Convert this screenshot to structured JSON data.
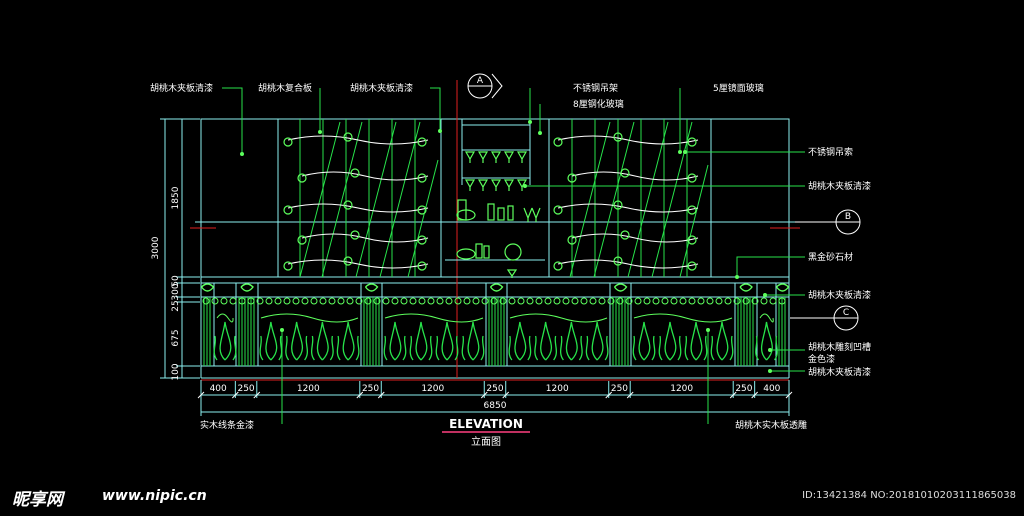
{
  "colors": {
    "background": "#000000",
    "outline": "#8cf0f0",
    "green": "#27e24a",
    "bright_green": "#5dff5d",
    "white": "#ffffff",
    "red": "#e02020",
    "title_underline": "#c03060"
  },
  "labels_top": [
    "胡桃木夹板清漆",
    "胡桃木复合板",
    "胡桃木夹板清漆",
    "不锈钢吊架",
    "8厘钢化玻璃",
    "5厘镜面玻璃"
  ],
  "labels_right": [
    "不锈钢吊索",
    "胡桃木夹板清漆",
    "黑金砂石材",
    "胡桃木夹板清漆",
    "胡桃木雕刻凹槽",
    "金色漆",
    "胡桃木夹板清漆"
  ],
  "labels_bottom": [
    "实木线条金漆",
    "胡桃木实木板透雕"
  ],
  "section_markers": [
    "A",
    "B",
    "C"
  ],
  "dims_horizontal": [
    "400",
    "250",
    "1200",
    "250",
    "1200",
    "250",
    "1200",
    "250",
    "1200",
    "250",
    "400"
  ],
  "dim_total": "6850",
  "dims_vertical_left": [
    "3000"
  ],
  "dims_vertical": [
    "1850",
    "50",
    "300",
    "25",
    "675",
    "100"
  ],
  "title": "ELEVATION",
  "subtitle": "立面图",
  "watermark": {
    "logo": "昵享网",
    "url": "www.nipic.cn",
    "id": "ID:13421384 NO:20181010203111865038"
  }
}
